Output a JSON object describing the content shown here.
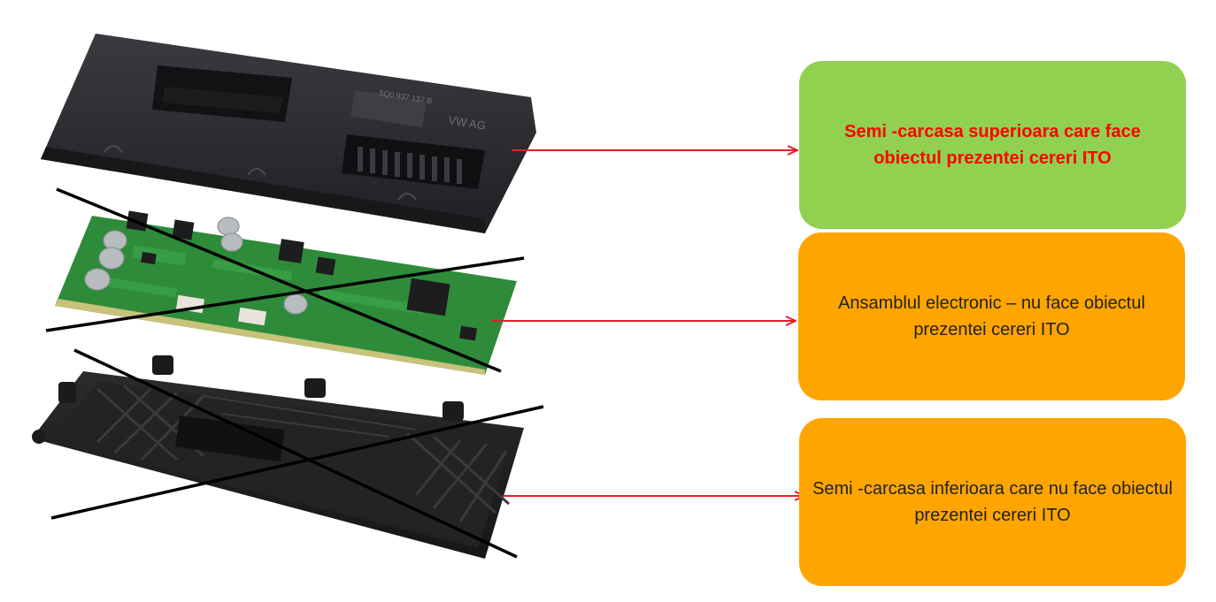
{
  "colors": {
    "highlight_box": "#92d050",
    "excluded_box": "#ffa500",
    "highlight_text": "#ff0000",
    "arrow": "#e31e24",
    "strike": "#000000",
    "pcb_green": "#2e8b3a",
    "housing": "#2a2b2e"
  },
  "components": [
    {
      "name": "upper-housing",
      "label": "Semi -carcasa superioara care face obiectul prezentei cereri ITO",
      "status": "subject",
      "icon": "upper-housing-image"
    },
    {
      "name": "electronic-assembly",
      "label": "Ansamblul electronic – nu face obiectul prezentei cereri ITO",
      "status": "excluded",
      "icon": "pcb-image"
    },
    {
      "name": "lower-housing",
      "label": "Semi -carcasa inferioara care nu face obiectul prezentei cereri ITO",
      "status": "excluded",
      "icon": "lower-housing-image"
    }
  ],
  "housing_markings": {
    "part_no": "5Q0 937 137 B",
    "maker": "VW AG"
  }
}
